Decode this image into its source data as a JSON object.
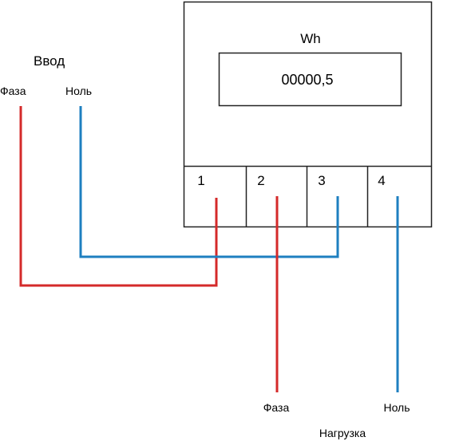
{
  "meter": {
    "unit_label": "Wh",
    "reading": "00000,5",
    "terminals": [
      "1",
      "2",
      "3",
      "4"
    ]
  },
  "input": {
    "title": "Ввод",
    "phase_label": "Фаза",
    "neutral_label": "Ноль"
  },
  "load": {
    "title": "Нагрузка",
    "phase_label": "Фаза",
    "neutral_label": "Ноль"
  },
  "colors": {
    "phase_wire": "#d42a2a",
    "neutral_wire": "#1e7fc0",
    "outline": "#222222"
  }
}
